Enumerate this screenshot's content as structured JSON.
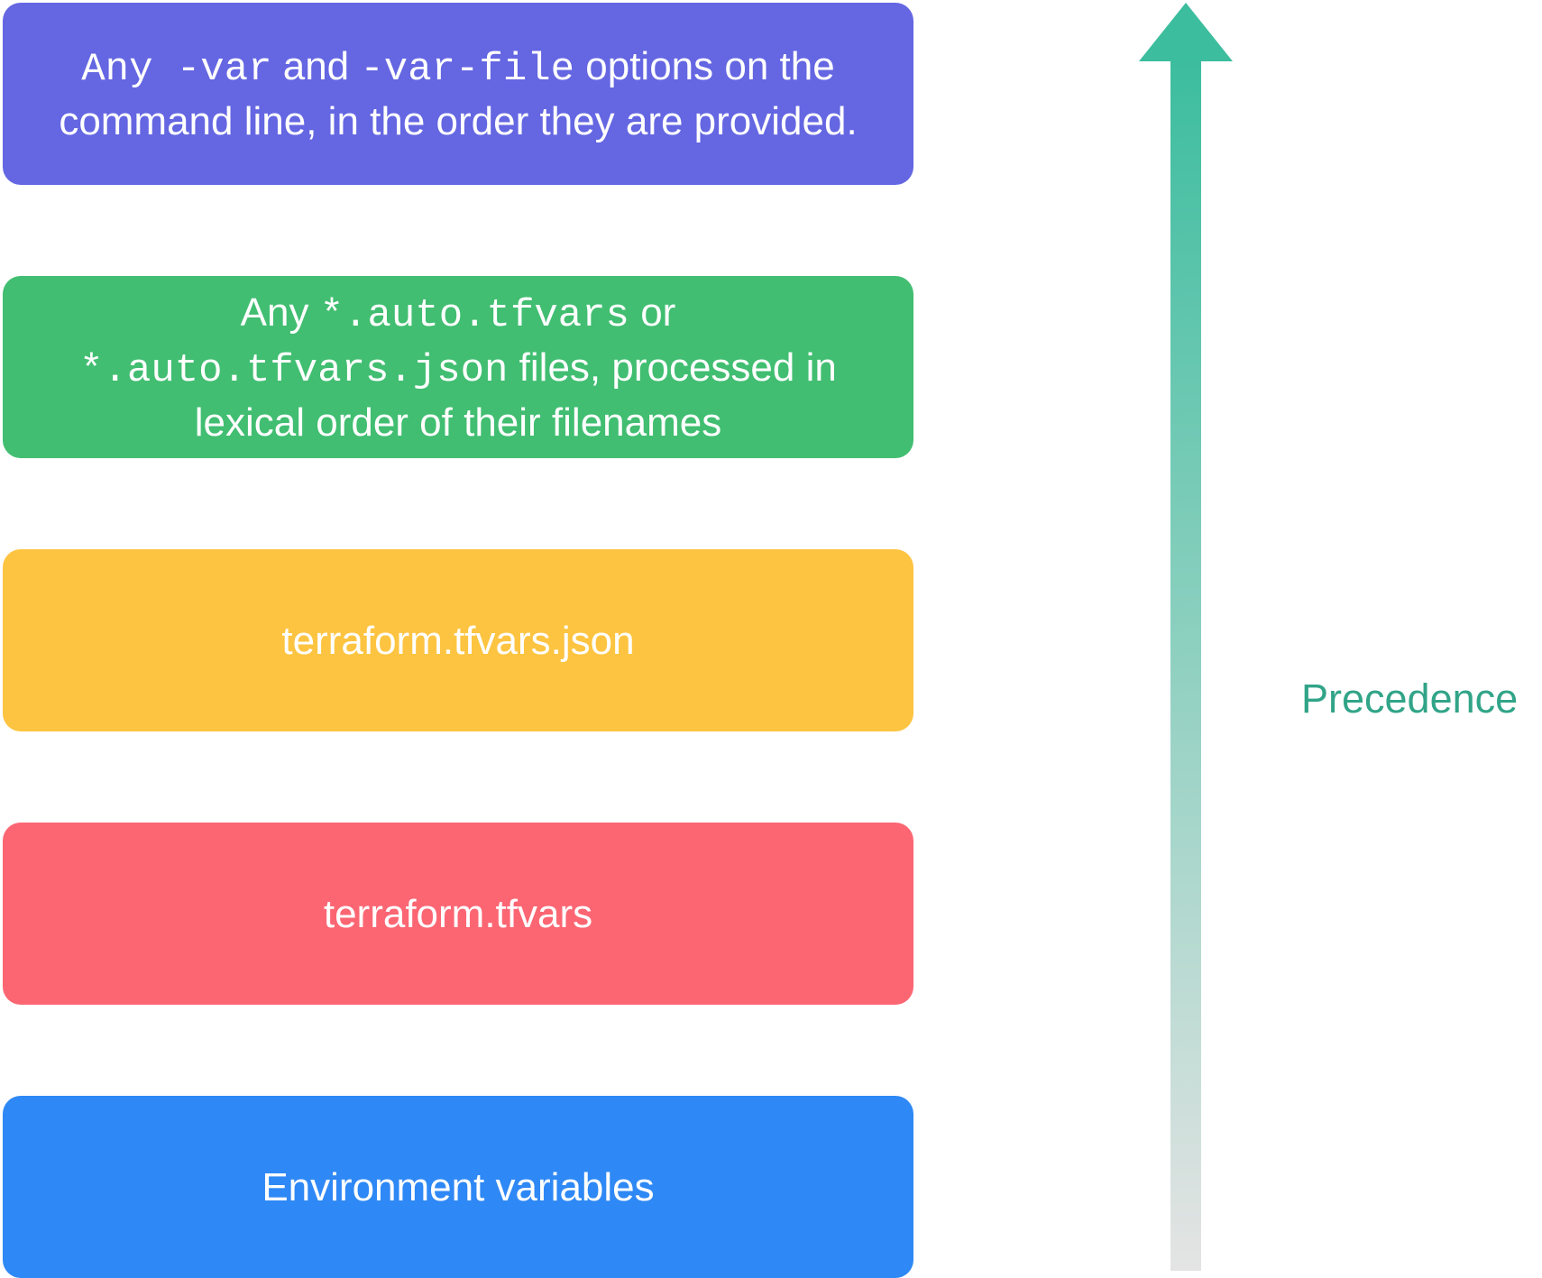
{
  "levels": [
    {
      "id": "cli-vars",
      "color": "#6466e2",
      "segments": [
        {
          "text": "Any -var",
          "mono": true
        },
        {
          "text": " and ",
          "mono": false
        },
        {
          "text": "-var-file",
          "mono": true
        },
        {
          "text": " options on the command line, in the order they are provided.",
          "mono": false
        }
      ]
    },
    {
      "id": "auto-tfvars",
      "color": "#41be71",
      "segments": [
        {
          "text": "Any ",
          "mono": false
        },
        {
          "text": "*.auto.tfvars",
          "mono": true
        },
        {
          "text": " or ",
          "mono": false
        },
        {
          "text": "*.auto.tfvars.json",
          "mono": true
        },
        {
          "text": " files, processed in lexical order of their filenames",
          "mono": false
        }
      ]
    },
    {
      "id": "tfvars-json",
      "color": "#fdc441",
      "segments": [
        {
          "text": "terraform.tfvars.json",
          "mono": false
        }
      ]
    },
    {
      "id": "tfvars",
      "color": "#fc6673",
      "segments": [
        {
          "text": "terraform.tfvars",
          "mono": false
        }
      ]
    },
    {
      "id": "env-vars",
      "color": "#2e88f5",
      "segments": [
        {
          "text": "Environment variables",
          "mono": false
        }
      ]
    }
  ],
  "arrow": {
    "label": "Precedence",
    "label_color": "#31a488",
    "head_color": "#3cbd9e",
    "gradient_top": "#3cbd9e",
    "gradient_bottom": "#e4e4e4"
  }
}
